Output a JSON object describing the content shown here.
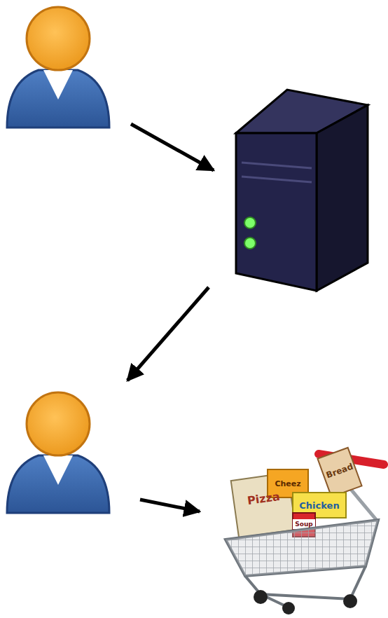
{
  "diagram": {
    "labels": [
      "Pizza",
      "Cheez",
      "Bread",
      "Chicken",
      "Soup"
    ]
  }
}
